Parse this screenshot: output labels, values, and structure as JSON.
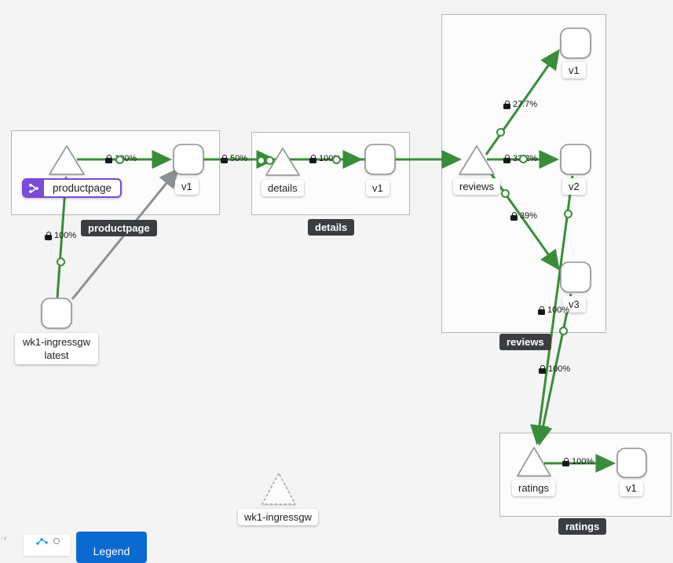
{
  "colors": {
    "canvas_bg": "#f4f4f4",
    "edge_green": "#3a8c3a",
    "edge_gray": "#8d9196",
    "node_border": "#8d9196",
    "badge_bg": "#3b3e41",
    "app_purple": "#7b4bd6",
    "primary_blue": "#0b69cf"
  },
  "graph": {
    "groups": [
      {
        "badge": "productpage"
      },
      {
        "badge": "details"
      },
      {
        "badge": "reviews"
      },
      {
        "badge": "ratings"
      }
    ],
    "nodes": {
      "productpage": {
        "label": "productpage",
        "type": "service"
      },
      "productpage_v1": {
        "label": "v1",
        "type": "workload"
      },
      "details": {
        "label": "details",
        "type": "service"
      },
      "details_v1": {
        "label": "v1",
        "type": "workload"
      },
      "reviews": {
        "label": "reviews",
        "type": "service"
      },
      "reviews_v1": {
        "label": "v1",
        "type": "workload"
      },
      "reviews_v2": {
        "label": "v2",
        "type": "workload"
      },
      "reviews_v3": {
        "label": "v3",
        "type": "workload"
      },
      "ingress_workload": {
        "line1": "wk1-ingressgw",
        "line2": "latest",
        "type": "workload"
      },
      "ingress_service": {
        "label": "wk1-ingressgw",
        "type": "service-idle"
      },
      "ratings": {
        "label": "ratings",
        "type": "service"
      },
      "ratings_v1": {
        "label": "v1",
        "type": "workload"
      }
    },
    "edges": [
      {
        "from": "wk1-ingressgw latest",
        "to": "productpage",
        "pct": "100%",
        "secure": true
      },
      {
        "from": "productpage",
        "to": "productpage v1",
        "pct": "100%",
        "secure": true
      },
      {
        "from": "productpage v1",
        "to": "details",
        "pct": "50%",
        "secure": true
      },
      {
        "from": "details",
        "to": "details v1",
        "pct": "100%",
        "secure": true
      },
      {
        "from": "reviews",
        "to": "reviews v1",
        "pct": "27.7%",
        "secure": true
      },
      {
        "from": "reviews",
        "to": "reviews v2",
        "pct": "33.2%",
        "secure": true
      },
      {
        "from": "reviews",
        "to": "reviews v3",
        "pct": "39%",
        "secure": true
      },
      {
        "from": "reviews v3",
        "to": "ratings",
        "pct": "100%",
        "secure": true
      },
      {
        "from": "reviews v2",
        "to": "ratings",
        "pct": "100%",
        "secure": true
      },
      {
        "from": "ratings",
        "to": "ratings v1",
        "pct": "100%",
        "secure": true
      }
    ]
  },
  "toolbar": {
    "legend": "Legend"
  }
}
